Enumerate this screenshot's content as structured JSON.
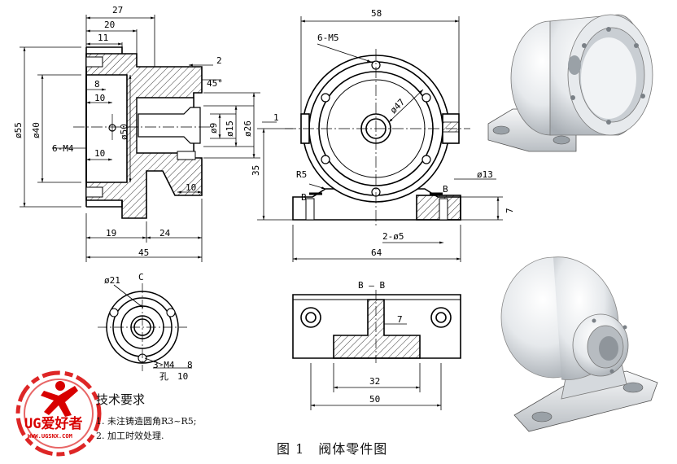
{
  "figure": {
    "caption": "图 1　阀体零件图"
  },
  "side_view_dims": {
    "d27": "27",
    "d20": "20",
    "d11": "11",
    "d2": "2",
    "d45deg": "45°",
    "d8": "8",
    "d10a": "10",
    "d55": "ø55",
    "d40": "ø40",
    "d50": "ø50",
    "d9": "ø9",
    "d15": "ø15",
    "d26": "ø26",
    "dM4": "6-M4",
    "d10b": "10",
    "d10c": "10",
    "d19": "19",
    "d24": "24",
    "d45": "45"
  },
  "front_view_dims": {
    "d58": "58",
    "dM5": "6-M5",
    "d47": "ø47",
    "d35": "35",
    "dR5": "R5",
    "d13": "ø13",
    "d7": "7",
    "d2x5": "2-ø5",
    "d64": "64",
    "secB1": "B",
    "secB2": "B",
    "tick": "1"
  },
  "view_c": {
    "label": "C",
    "d21": "ø21",
    "thread": "3-M4",
    "thread_depth": "8",
    "hole_depth": "10",
    "hole_mark": "孔"
  },
  "section_bb": {
    "title": "B — B",
    "d7": "7",
    "d32": "32",
    "d50": "50"
  },
  "tech_req": {
    "title": "技术要求",
    "note1": "1. 未注铸造圆角R3~R5;",
    "note2": "2. 加工时效处理."
  },
  "logo": {
    "main": "UG爱好者",
    "url": "WWW.UGSNX.COM"
  }
}
